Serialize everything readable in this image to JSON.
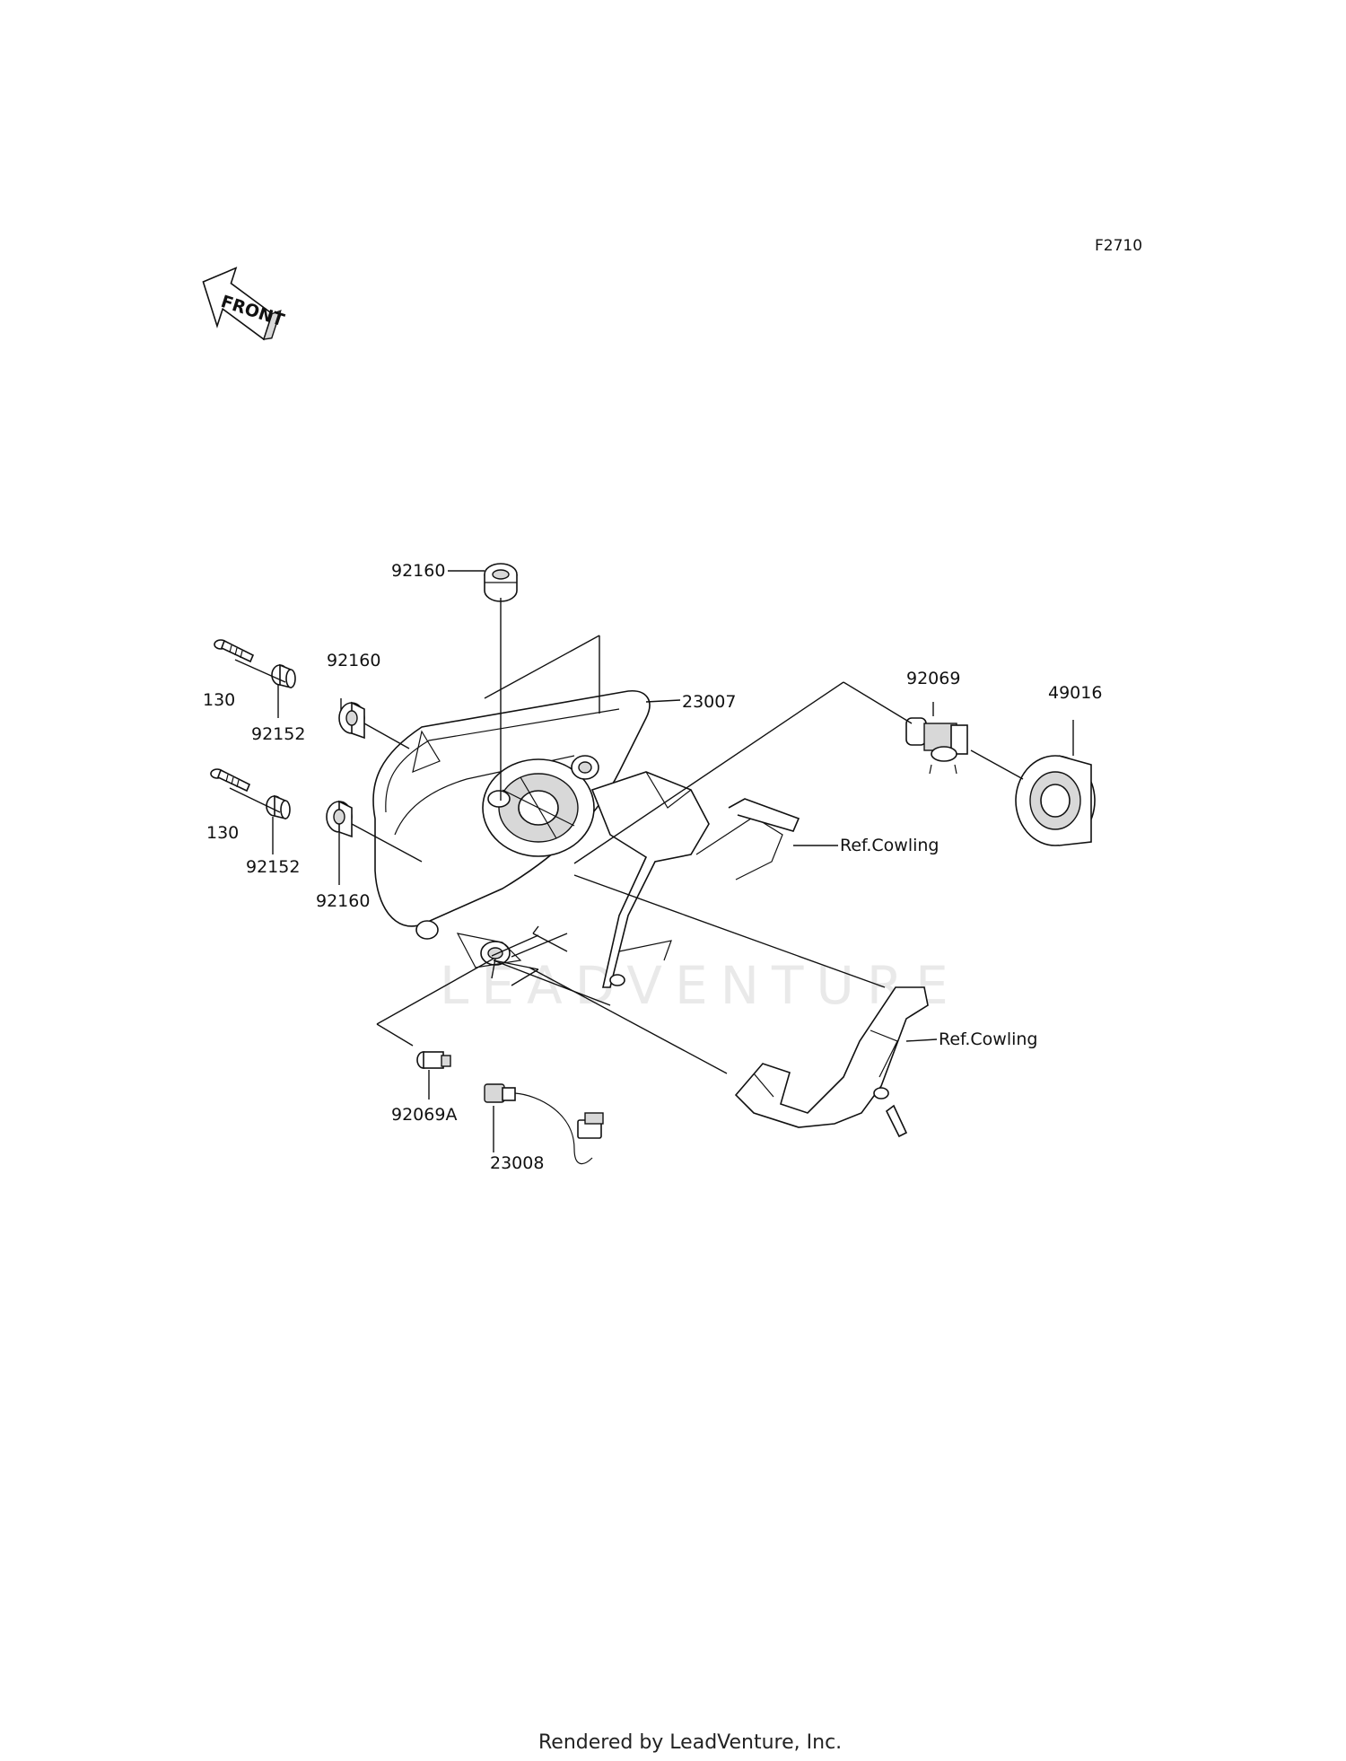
{
  "diagram": {
    "code": "F2710",
    "front_arrow_text": "FRONT",
    "watermark": "LEADVENTURE",
    "footer": "Rendered by LeadVenture, Inc.",
    "callouts": [
      {
        "id": "c-92160-top",
        "label": "92160"
      },
      {
        "id": "c-23007",
        "label": "23007"
      },
      {
        "id": "c-130-upper",
        "label": "130"
      },
      {
        "id": "c-92152-upper",
        "label": "92152"
      },
      {
        "id": "c-92160-left",
        "label": "92160"
      },
      {
        "id": "c-130-lower",
        "label": "130"
      },
      {
        "id": "c-92152-lower",
        "label": "92152"
      },
      {
        "id": "c-92160-lower",
        "label": "92160"
      },
      {
        "id": "c-92069",
        "label": "92069"
      },
      {
        "id": "c-49016",
        "label": "49016"
      },
      {
        "id": "c-ref-cowling-1",
        "label": "Ref.Cowling"
      },
      {
        "id": "c-ref-cowling-2",
        "label": "Ref.Cowling"
      },
      {
        "id": "c-92069a",
        "label": "92069A"
      },
      {
        "id": "c-23008",
        "label": "23008"
      }
    ]
  }
}
